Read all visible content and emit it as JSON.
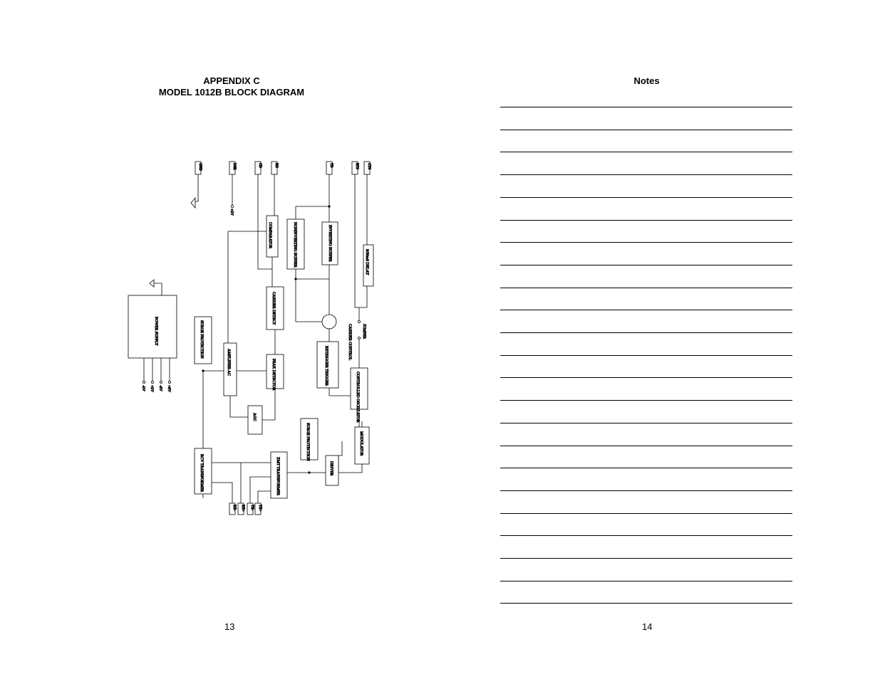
{
  "left_page": {
    "title_line1": "APPENDIX C",
    "title_line2": "MODEL 1012B BLOCK DIAGRAM",
    "page_number": "13"
  },
  "right_page": {
    "title": "Notes",
    "page_number": "14",
    "line_count": 23
  },
  "diagram": {
    "pins": [
      "GND",
      "DSR",
      "CD",
      "RD",
      "TD",
      "RTS",
      "CTS"
    ],
    "bottom_pins": [
      "RX-",
      "RX+",
      "TX-",
      "TX+"
    ],
    "blocks": {
      "comparator": "COMPARATOR",
      "noninverting_buffer": "NONINVERTING BUFFER",
      "inverting_buffer": "INVERTING BUFFER",
      "delay": "8/30mS DELAY",
      "carrier_detect": "CARRIER DETECT",
      "power_supply": "POWER SUPPLY",
      "surge_protection_1": "SURGE PROTECTION",
      "amplifier": "AMPLIFIER AC",
      "peak_detector": "PEAK DETECTOR",
      "retrigger": "RETRIGGER TRIGGER",
      "controlled_oscillator": "CONTROLLED OSCILLATOR",
      "agc": "AGC",
      "surge_protection_2": "SURGE PROTECTION",
      "modulator": "MODULATOR",
      "rcv_transformer": "RCV TRANSFORMER",
      "xmt_transformer": "XMT TRANSFORMER",
      "driver": "DRIVER"
    },
    "labels": {
      "plus5v": "+5V",
      "supply_outputs": [
        "-5V",
        "+5V",
        "-8V",
        "+8V"
      ],
      "carrier_control": "CARRIER CONTROL",
      "jumper": "JUMPER"
    }
  }
}
